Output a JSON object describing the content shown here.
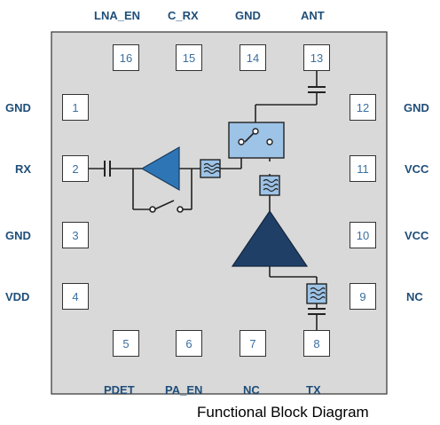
{
  "caption": "Functional Block Diagram",
  "pins": {
    "p1": {
      "num": "1",
      "label": "GND"
    },
    "p2": {
      "num": "2",
      "label": "RX"
    },
    "p3": {
      "num": "3",
      "label": "GND"
    },
    "p4": {
      "num": "4",
      "label": "VDD"
    },
    "p5": {
      "num": "5",
      "label": "PDET"
    },
    "p6": {
      "num": "6",
      "label": "PA_EN"
    },
    "p7": {
      "num": "7",
      "label": "NC"
    },
    "p8": {
      "num": "8",
      "label": "TX"
    },
    "p9": {
      "num": "9",
      "label": "NC"
    },
    "p10": {
      "num": "10",
      "label": "VCC"
    },
    "p11": {
      "num": "11",
      "label": "VCC"
    },
    "p12": {
      "num": "12",
      "label": "GND"
    },
    "p13": {
      "num": "13",
      "label": "ANT"
    },
    "p14": {
      "num": "14",
      "label": "GND"
    },
    "p15": {
      "num": "15",
      "label": "C_RX"
    },
    "p16": {
      "num": "16",
      "label": "LNA_EN"
    }
  },
  "colors": {
    "package_fill": "#d9d9d9",
    "lna_fill": "#2e75b6",
    "pa_fill": "#1f3f66",
    "block_fill": "#9dc3e6",
    "label_text": "#1f4e79",
    "pin_number": "#3b6fa0"
  }
}
